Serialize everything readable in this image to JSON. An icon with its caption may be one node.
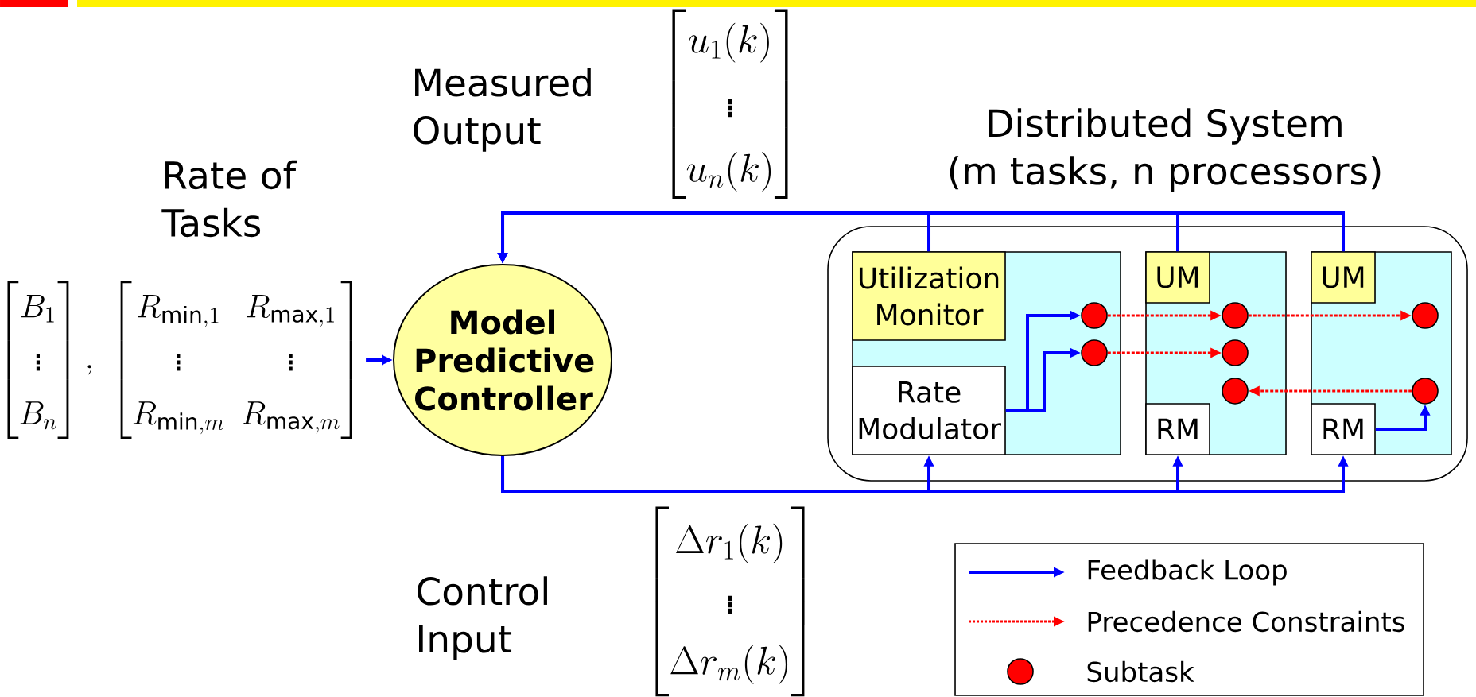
{
  "diagram": {
    "nodes": [
      {
        "text": [
          "\\begin{bmatrix} B_1 \\\\ \\vdots \\\\ B_n \\end{bmatrix},",
          "\\begin{bmatrix} R_{\\min,1} & R_{\\max,1} \\\\ \\vdots & \\vdots \\\\ R_{\\min,m} & R_{\\max,m} \\end{bmatrix}"
        ]
      },
      {
        "text": [
          "Model Predictive Controller"
        ]
      },
      {
        "text": [
          "Distributed System (m tasks, n processors)"
        ]
      },
      {
        "text": [],
        "shape": "box",
        "in": 2
      },
      {
        "text": [],
        "shape": "box",
        "in": 2
      },
      {
        "text": [],
        "shape": "box",
        "in": 2
      },
      {
        "text": [
          "Utilization Monitor"
        ],
        "in": 3
      },
      {
        "text": [
          "Rate Modulator"
        ],
        "in": 3
      },
      {
        "text": [],
        "shape": "circle",
        "in": 3
      },
      {
        "text": [],
        "shape": "circle",
        "in": 3
      },
      {
        "text": [
          "UM"
        ],
        "in": 4
      },
      {
        "text": [
          "RM"
        ],
        "in": 4
      },
      {
        "text": [],
        "shape": "circle",
        "in": 4
      },
      {
        "text": [],
        "shape": "circle",
        "in": 4
      },
      {
        "text": [],
        "shape": "circle",
        "in": 4
      },
      {
        "text": [
          "UM"
        ],
        "in": 5
      },
      {
        "text": [
          "RM"
        ],
        "in": 5
      },
      {
        "text": [],
        "shape": "circle",
        "in": 5
      },
      {
        "text": [],
        "shape": "circle",
        "in": 5
      }
    ],
    "edges": [
      {
        "from": 0,
        "to": 1,
        "arrow": "to"
      },
      {
        "from": 6,
        "to": 1,
        "arrow": "to"
      },
      {
        "from": 10,
        "to": 1,
        "arrow": "to"
      },
      {
        "from": 15,
        "to": 1,
        "arrow": "to"
      },
      {
        "from": 1,
        "to": 7,
        "arrow": "to"
      },
      {
        "from": 1,
        "to": 11,
        "arrow": "to"
      },
      {
        "from": 1,
        "to": 16,
        "arrow": "to"
      },
      {
        "from": 7,
        "to": 8,
        "arrow": "to"
      },
      {
        "from": 7,
        "to": 9,
        "arrow": "to"
      },
      {
        "from": 16,
        "to": 18,
        "arrow": "to"
      },
      {
        "from": 8,
        "to": 12,
        "arrow": "to",
        "style": "dashed",
        "color": "#ff0000"
      },
      {
        "from": 12,
        "to": 17,
        "arrow": "to",
        "style": "dashed",
        "color": "#ff0000"
      },
      {
        "from": 9,
        "to": 13,
        "arrow": "to",
        "style": "dashed",
        "color": "#ff0000"
      },
      {
        "from": 18,
        "to": 14,
        "arrow": "to",
        "style": "dashed",
        "color": "#ff0000"
      }
    ],
    "labels": [
      "Rate of Tasks",
      "Measured Output",
      "\\begin{bmatrix} u_1(k) \\\\ \\vdots \\\\ u_n(k) \\end{bmatrix}",
      "Control Input",
      "\\begin{bmatrix} \\Delta r_1(k) \\\\ \\vdots \\\\ \\Delta r_m(k) \\end{bmatrix}"
    ],
    "legend": [
      {
        "text": "Feedback Loop"
      },
      {
        "text": "Precedence Constraints"
      },
      {
        "text": "Subtask"
      }
    ]
  }
}
